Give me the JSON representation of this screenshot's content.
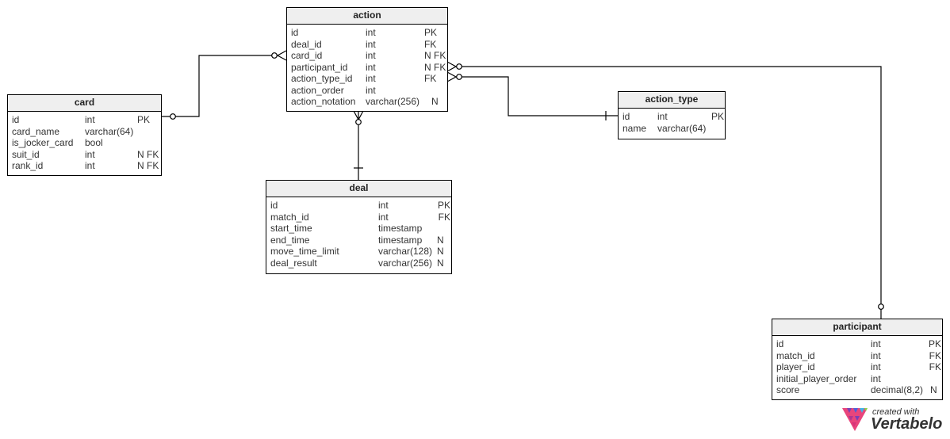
{
  "diagram": {
    "tables": {
      "action": {
        "name": "action",
        "columns": [
          {
            "name": "id",
            "type": "int",
            "flags": "PK"
          },
          {
            "name": "deal_id",
            "type": "int",
            "flags": "FK"
          },
          {
            "name": "card_id",
            "type": "int",
            "flags": "N FK"
          },
          {
            "name": "participant_id",
            "type": "int",
            "flags": "N FK"
          },
          {
            "name": "action_type_id",
            "type": "int",
            "flags": "FK"
          },
          {
            "name": "action_order",
            "type": "int",
            "flags": ""
          },
          {
            "name": "action_notation",
            "type": "varchar(256)",
            "flags": "N"
          }
        ]
      },
      "card": {
        "name": "card",
        "columns": [
          {
            "name": "id",
            "type": "int",
            "flags": "PK"
          },
          {
            "name": "card_name",
            "type": "varchar(64)",
            "flags": ""
          },
          {
            "name": "is_jocker_card",
            "type": "bool",
            "flags": ""
          },
          {
            "name": "suit_id",
            "type": "int",
            "flags": "N FK"
          },
          {
            "name": "rank_id",
            "type": "int",
            "flags": "N FK"
          }
        ]
      },
      "deal": {
        "name": "deal",
        "columns": [
          {
            "name": "id",
            "type": "int",
            "flags": "PK"
          },
          {
            "name": "match_id",
            "type": "int",
            "flags": "FK"
          },
          {
            "name": "start_time",
            "type": "timestamp",
            "flags": ""
          },
          {
            "name": "end_time",
            "type": "timestamp",
            "flags": "N"
          },
          {
            "name": "move_time_limit",
            "type": "varchar(128)",
            "flags": "N"
          },
          {
            "name": "deal_result",
            "type": "varchar(256)",
            "flags": "N"
          }
        ]
      },
      "action_type": {
        "name": "action_type",
        "columns": [
          {
            "name": "id",
            "type": "int",
            "flags": "PK"
          },
          {
            "name": "name",
            "type": "varchar(64)",
            "flags": ""
          }
        ]
      },
      "participant": {
        "name": "participant",
        "columns": [
          {
            "name": "id",
            "type": "int",
            "flags": "PK"
          },
          {
            "name": "match_id",
            "type": "int",
            "flags": "FK"
          },
          {
            "name": "player_id",
            "type": "int",
            "flags": "FK"
          },
          {
            "name": "initial_player_order",
            "type": "int",
            "flags": ""
          },
          {
            "name": "score",
            "type": "decimal(8,2)",
            "flags": "N"
          }
        ]
      }
    },
    "relationships": [
      {
        "from": "card",
        "to": "action",
        "from_end": "zero-or-one",
        "to_end": "zero-or-many"
      },
      {
        "from": "deal",
        "to": "action",
        "from_end": "exactly-one",
        "to_end": "zero-or-many"
      },
      {
        "from": "action_type",
        "to": "action",
        "from_end": "exactly-one",
        "to_end": "zero-or-many"
      },
      {
        "from": "participant",
        "to": "action",
        "from_end": "zero-or-one",
        "to_end": "zero-or-many"
      }
    ]
  },
  "watermark": {
    "line1": "created with",
    "line2": "Vertabelo"
  },
  "colors": {
    "header_bg": "#efefef",
    "border": "#000000",
    "text": "#333333"
  }
}
